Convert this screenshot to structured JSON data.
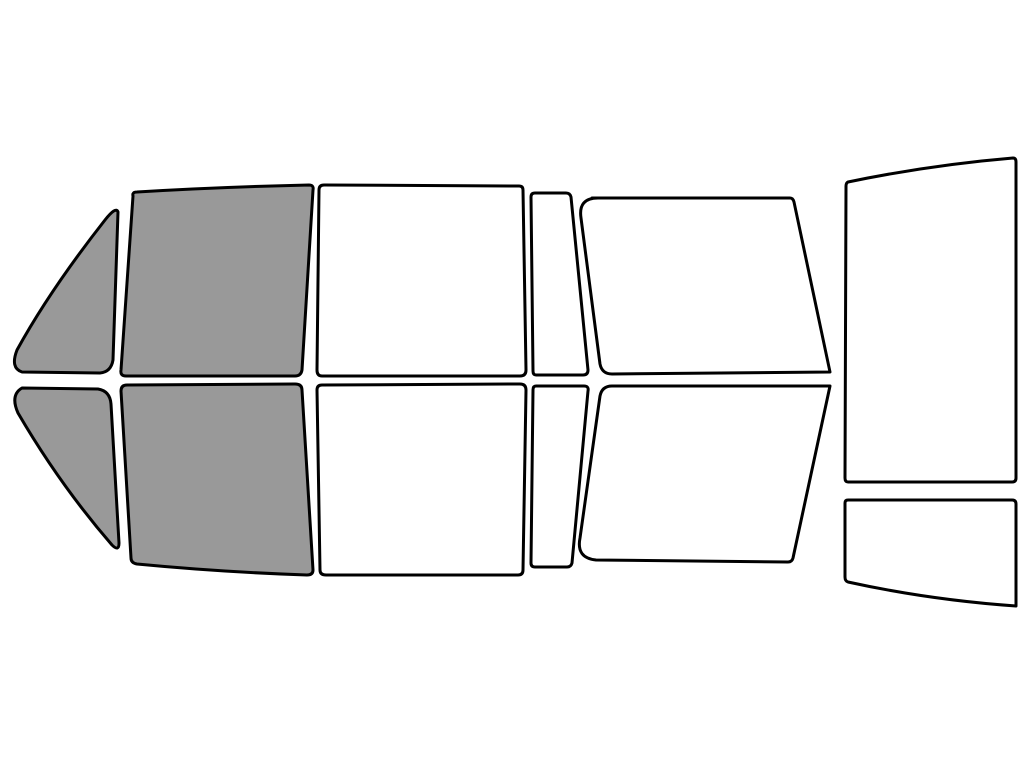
{
  "colors": {
    "background": "#ffffff",
    "outline": "#000000",
    "highlighted": "#999999",
    "plain": "#ffffff"
  },
  "pieces": [
    {
      "name": "front-quarter-glass-upper-left",
      "highlighted": true
    },
    {
      "name": "front-door-window-upper-left",
      "highlighted": true
    },
    {
      "name": "rear-door-window-upper-left",
      "highlighted": false
    },
    {
      "name": "narrow-pillar-glass-upper",
      "highlighted": false
    },
    {
      "name": "rear-side-window-upper",
      "highlighted": false
    },
    {
      "name": "front-quarter-glass-lower-right",
      "highlighted": true
    },
    {
      "name": "front-door-window-lower-right",
      "highlighted": true
    },
    {
      "name": "rear-door-window-lower-right",
      "highlighted": false
    },
    {
      "name": "narrow-pillar-glass-lower",
      "highlighted": false
    },
    {
      "name": "rear-side-window-lower",
      "highlighted": false
    },
    {
      "name": "rear-windshield-panel",
      "highlighted": false
    },
    {
      "name": "rear-lower-panel",
      "highlighted": false
    }
  ]
}
